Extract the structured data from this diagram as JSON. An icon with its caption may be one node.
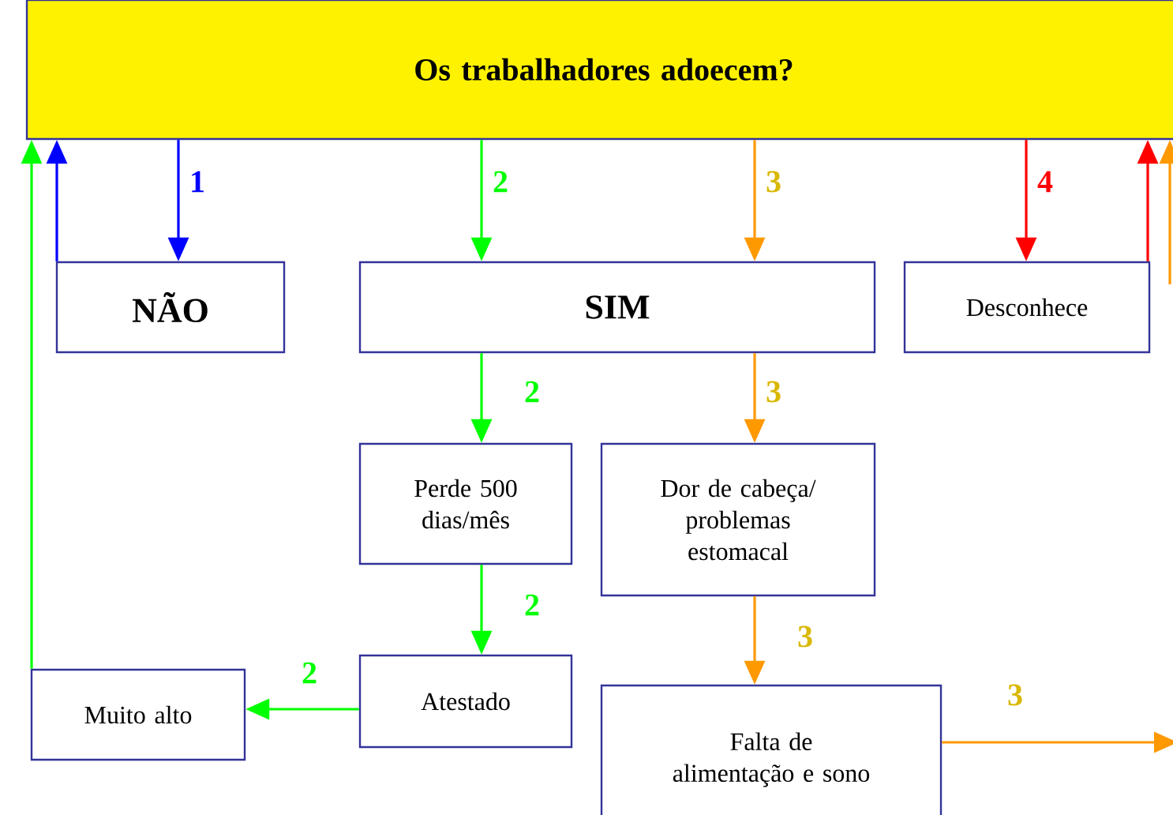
{
  "diagram": {
    "nodes": [
      {
        "text": [
          "Os trabalhadores adoecem?"
        ]
      },
      {
        "text": [
          "NÃO"
        ]
      },
      {
        "text": [
          "SIM"
        ]
      },
      {
        "text": [
          "Desconhece"
        ]
      },
      {
        "text": [
          "Perde 500 dias/mês"
        ]
      },
      {
        "text": [
          "Dor de cabeça/ problemas estomacal"
        ]
      },
      {
        "text": [
          "Atestado"
        ]
      },
      {
        "text": [
          "Muito alto"
        ]
      },
      {
        "text": [
          "Falta de alimentação e sono"
        ]
      }
    ],
    "edges": [
      {
        "from": 0,
        "to": 1,
        "arrow": "to",
        "label": "1",
        "color": "#0000ff"
      },
      {
        "from": 1,
        "to": 0,
        "arrow": "to",
        "color": "#0000ff"
      },
      {
        "from": 0,
        "to": 2,
        "arrow": "to",
        "label": "2",
        "color": "#00ff00"
      },
      {
        "from": 0,
        "to": 2,
        "arrow": "to",
        "label": "3",
        "color": "#ff9900"
      },
      {
        "from": 0,
        "to": 3,
        "arrow": "to",
        "label": "4",
        "color": "#ff0000"
      },
      {
        "from": 3,
        "to": 0,
        "arrow": "to",
        "color": "#ff0000"
      },
      {
        "from": 2,
        "to": 4,
        "arrow": "to",
        "label": "2",
        "color": "#00ff00"
      },
      {
        "from": 2,
        "to": 5,
        "arrow": "to",
        "label": "3",
        "color": "#ff9900"
      },
      {
        "from": 4,
        "to": 6,
        "arrow": "to",
        "label": "2",
        "color": "#00ff00"
      },
      {
        "from": 6,
        "to": 7,
        "arrow": "to",
        "label": "2",
        "color": "#00ff00"
      },
      {
        "from": 7,
        "to": 0,
        "arrow": "to",
        "color": "#00ff00"
      },
      {
        "from": 5,
        "to": 8,
        "arrow": "to",
        "label": "3",
        "color": "#ff9900"
      },
      {
        "from": 8,
        "to": null,
        "arrow": "to",
        "label": "3",
        "color": "#ff9900"
      },
      {
        "from": null,
        "to": 0,
        "arrow": "to",
        "color": "#ff9900"
      }
    ]
  }
}
